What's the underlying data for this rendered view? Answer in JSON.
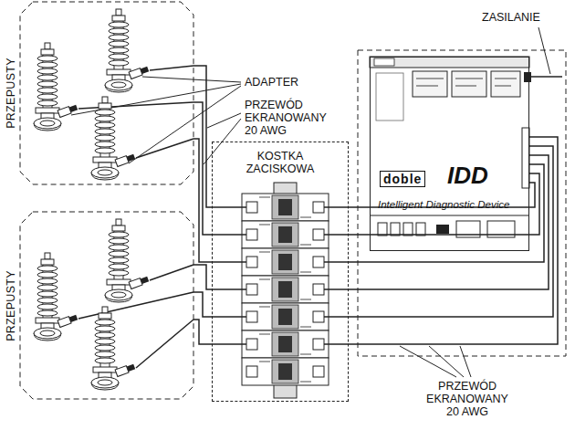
{
  "diagram": {
    "nodes": [
      {
        "text": [
          "PRZEPUSTY"
        ]
      },
      {
        "text": [
          "PRZEPUSTY"
        ]
      },
      {
        "text": [
          "KOSTKA ZACISKOWA"
        ]
      },
      {
        "text": [
          "doble",
          "IDD",
          "Intelligent Diagnostic Device"
        ]
      }
    ],
    "edges": [
      {
        "from": 0,
        "to": 2,
        "arrow": "none"
      },
      {
        "from": 1,
        "to": 2,
        "arrow": "none"
      },
      {
        "from": 2,
        "to": 3,
        "arrow": "none"
      }
    ],
    "labels": [
      "ZASILANIE",
      "ADAPTER",
      "PRZEWÓD EKRANOWANY 20 AWG",
      "PRZEWÓD EKRANOWANY 20 AWG"
    ]
  }
}
